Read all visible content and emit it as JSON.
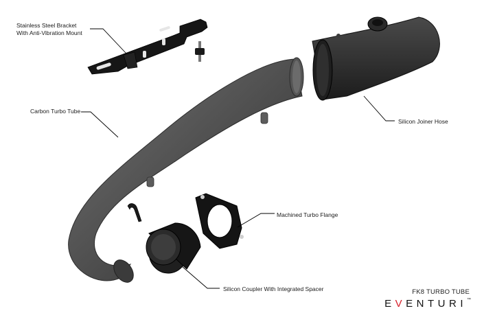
{
  "labels": {
    "bracket_line1": "Stainless Steel Bracket",
    "bracket_line2": "With Anti-Vibration Mount",
    "tube": "Carbon Turbo Tube",
    "hose": "Silicon Joiner Hose",
    "flange": "Machined Turbo Flange",
    "coupler": "Silicon Coupler With Integrated Spacer"
  },
  "product_name": "FK8 TURBO TUBE",
  "brand": {
    "part1": "E",
    "accent": "V",
    "part2": "ENTURI",
    "tm": "™"
  },
  "colors": {
    "part": "#4a4a4a",
    "part_dark": "#111111",
    "leader": "#000000",
    "brand_accent": "#d6202a"
  }
}
